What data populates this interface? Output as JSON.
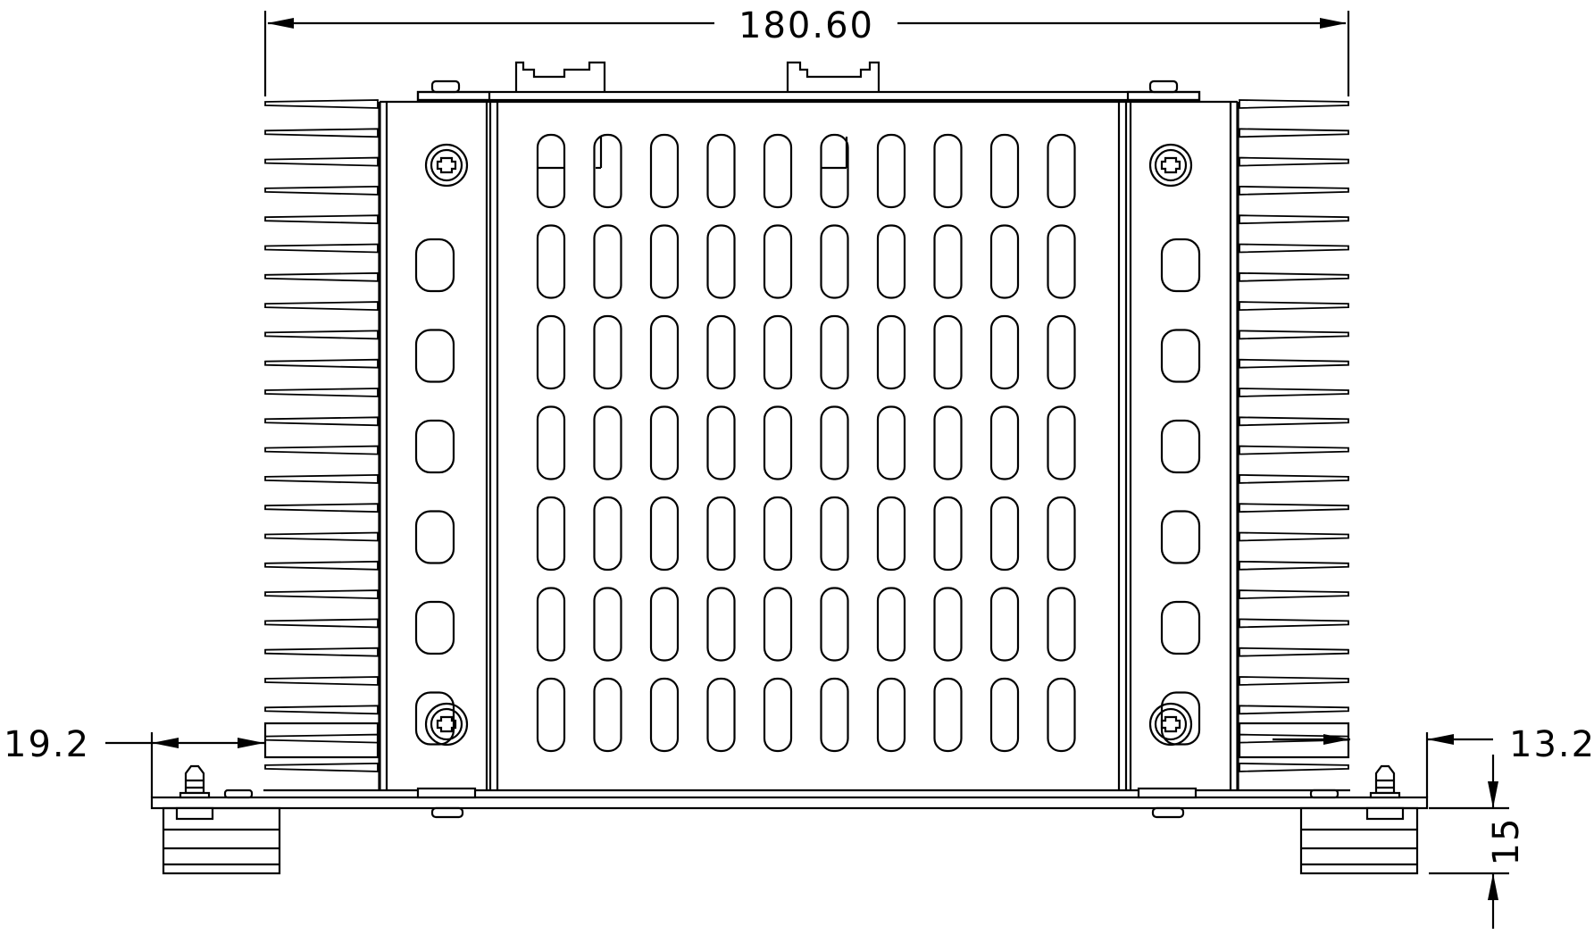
{
  "dimensions": {
    "overall_width": "180.60",
    "left_offset": "19.2",
    "right_offset": "13.2",
    "foot_height": "15"
  },
  "vent_grid": {
    "columns": 10,
    "rows": 7
  },
  "side_slots_per_rail": 6,
  "fins_per_side": 24
}
